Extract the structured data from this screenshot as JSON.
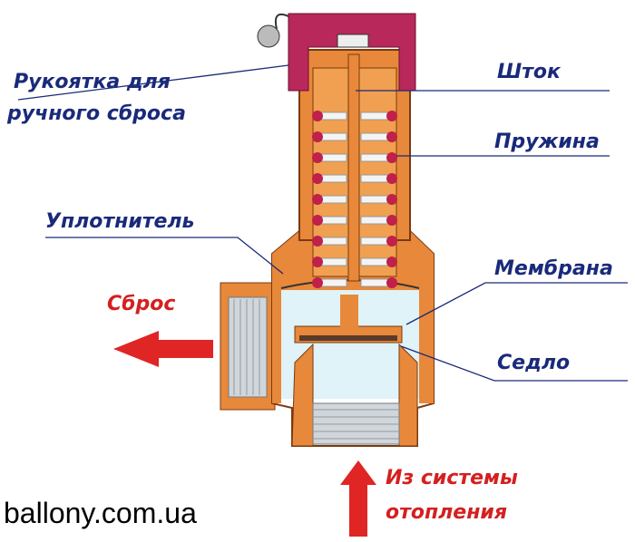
{
  "labels": {
    "handle_1": "Рукоятка для",
    "handle_2": "ручного сброса",
    "stem": "Шток",
    "spring": "Пружина",
    "seal": "Уплотнитель",
    "membrane": "Мембрана",
    "discharge": "Сброс",
    "seat": "Седло",
    "inlet_1": "Из системы",
    "inlet_2": "отопления"
  },
  "watermark": "ballony.com.ua",
  "colors": {
    "body": "#e8883a",
    "cap": "#b8285a",
    "label": "#1a2a7a",
    "accent": "#d42020",
    "water": "#dff3f8"
  }
}
